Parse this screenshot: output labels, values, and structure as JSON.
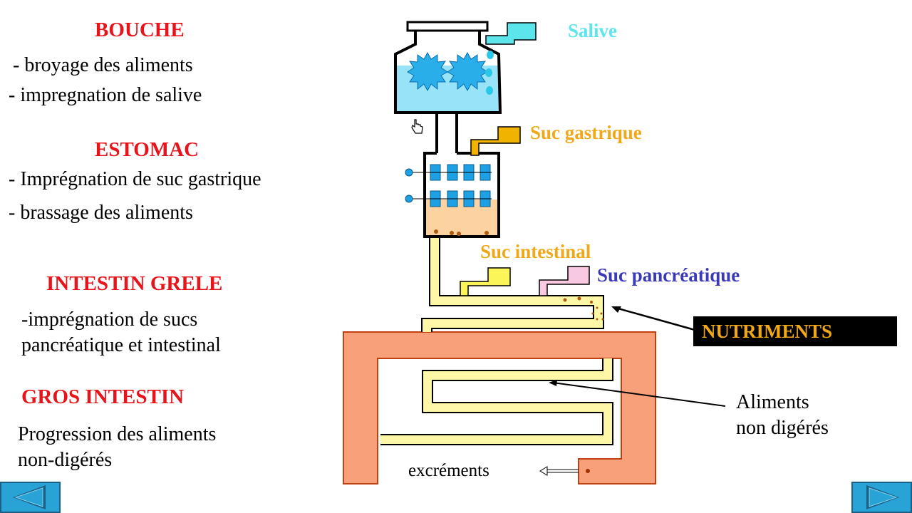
{
  "sections": {
    "bouche": {
      "title": "BOUCHE",
      "items": [
        "- broyage des aliments",
        "- impregnation de salive"
      ]
    },
    "estomac": {
      "title": "ESTOMAC",
      "items": [
        "- Imprégnation de suc gastrique",
        "- brassage des aliments"
      ]
    },
    "intestin_grele": {
      "title": "INTESTIN GRELE",
      "items": [
        "-imprégnation de sucs",
        " pancréatique et intestinal"
      ]
    },
    "gros_intestin": {
      "title": "GROS INTESTIN",
      "items": [
        "Progression des aliments",
        "non-digérés"
      ]
    }
  },
  "diagram_labels": {
    "salive": "Salive",
    "suc_gastrique": "Suc gastrique",
    "suc_intestinal": "Suc intestinal",
    "suc_pancreatique": "Suc pancréatique",
    "nutriments": "NUTRIMENTS",
    "aliments_non_digeres_1": "Aliments",
    "aliments_non_digeres_2": "non digérés",
    "excrements": "excréments"
  },
  "colors": {
    "heading": "#e8141c",
    "salive": "#5ce6ec",
    "suc_gastrique": "#f0a818",
    "suc_intestinal": "#f0a818",
    "suc_pancreatique": "#3a3ab8",
    "nutriments_bg": "#000000",
    "nutriments_text": "#f0a818",
    "gros_intestin": "#f7a07a",
    "intestin_tube": "#fef7a8",
    "nav_button": "#29a3d6"
  },
  "icons": [
    "grinder-gear-icon",
    "hand-cursor-icon",
    "arrow-left-icon",
    "arrow-right-icon"
  ]
}
